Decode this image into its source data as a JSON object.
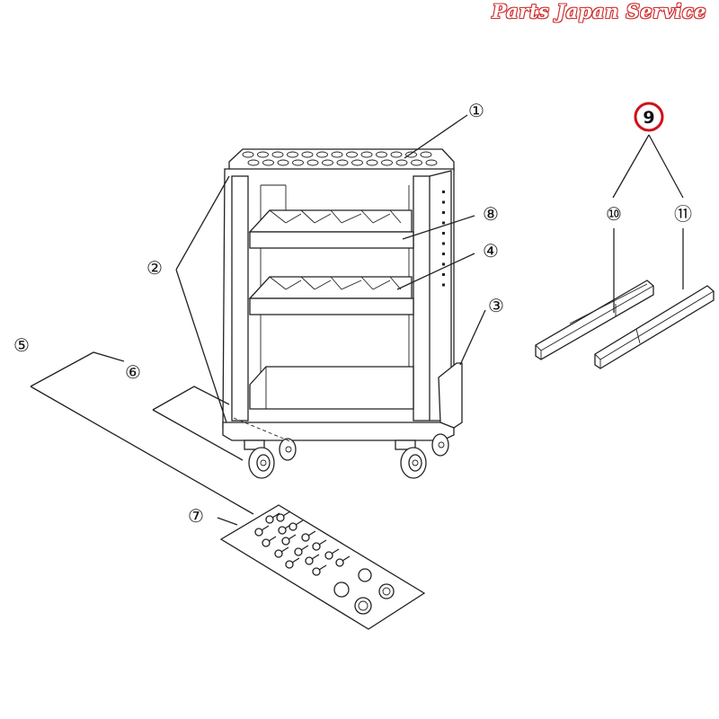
{
  "watermark": "Parts Japan Service",
  "highlight_color": "#d0101a",
  "callouts": [
    {
      "id": "1",
      "label": "①"
    },
    {
      "id": "2",
      "label": "②"
    },
    {
      "id": "3",
      "label": "③"
    },
    {
      "id": "4",
      "label": "④"
    },
    {
      "id": "5",
      "label": "⑤"
    },
    {
      "id": "6",
      "label": "⑥"
    },
    {
      "id": "7",
      "label": "⑦"
    },
    {
      "id": "8",
      "label": "⑧"
    },
    {
      "id": "9",
      "label": "9",
      "highlighted": true
    },
    {
      "id": "10",
      "label": "⑩"
    },
    {
      "id": "11",
      "label": "⑪"
    }
  ]
}
